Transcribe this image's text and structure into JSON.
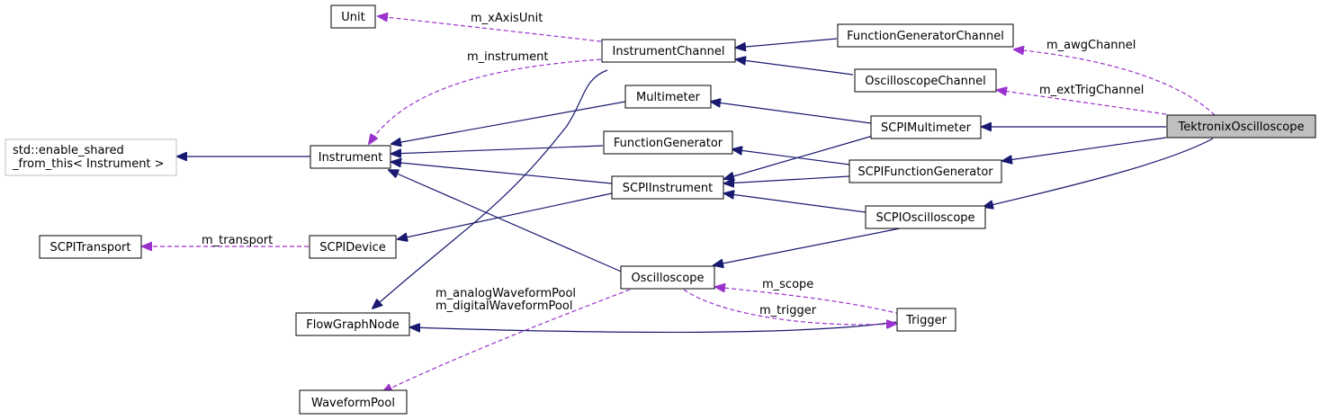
{
  "nodes": {
    "unit": "Unit",
    "instrument_channel": "InstrumentChannel",
    "function_generator_channel": "FunctionGeneratorChannel",
    "oscilloscope_channel": "OscilloscopeChannel",
    "multimeter": "Multimeter",
    "scpi_multimeter": "SCPIMultimeter",
    "tektronix_oscilloscope": "TektronixOscilloscope",
    "enable_shared_line1": "std::enable_shared",
    "enable_shared_line2": "_from_this< Instrument >",
    "instrument": "Instrument",
    "function_generator": "FunctionGenerator",
    "scpi_function_generator": "SCPIFunctionGenerator",
    "scpi_instrument": "SCPIInstrument",
    "scpi_oscilloscope": "SCPIOscilloscope",
    "scpi_transport": "SCPITransport",
    "scpi_device": "SCPIDevice",
    "oscilloscope": "Oscilloscope",
    "trigger": "Trigger",
    "flow_graph_node": "FlowGraphNode",
    "waveform_pool": "WaveformPool"
  },
  "edge_labels": {
    "m_x_axis_unit": "m_xAxisUnit",
    "m_instrument": "m_instrument",
    "m_awg_channel": "m_awgChannel",
    "m_ext_trig_channel": "m_extTrigChannel",
    "m_transport": "m_transport",
    "m_analog_waveform_pool": "m_analogWaveformPool",
    "m_digital_waveform_pool": "m_digitalWaveformPool",
    "m_scope": "m_scope",
    "m_trigger": "m_trigger"
  },
  "colors": {
    "inheritance_edge": "#191970",
    "collaboration_edge": "#9a32cd",
    "highlight_node_fill": "#bfbfbf",
    "external_node_border": "#bfbfbf"
  }
}
